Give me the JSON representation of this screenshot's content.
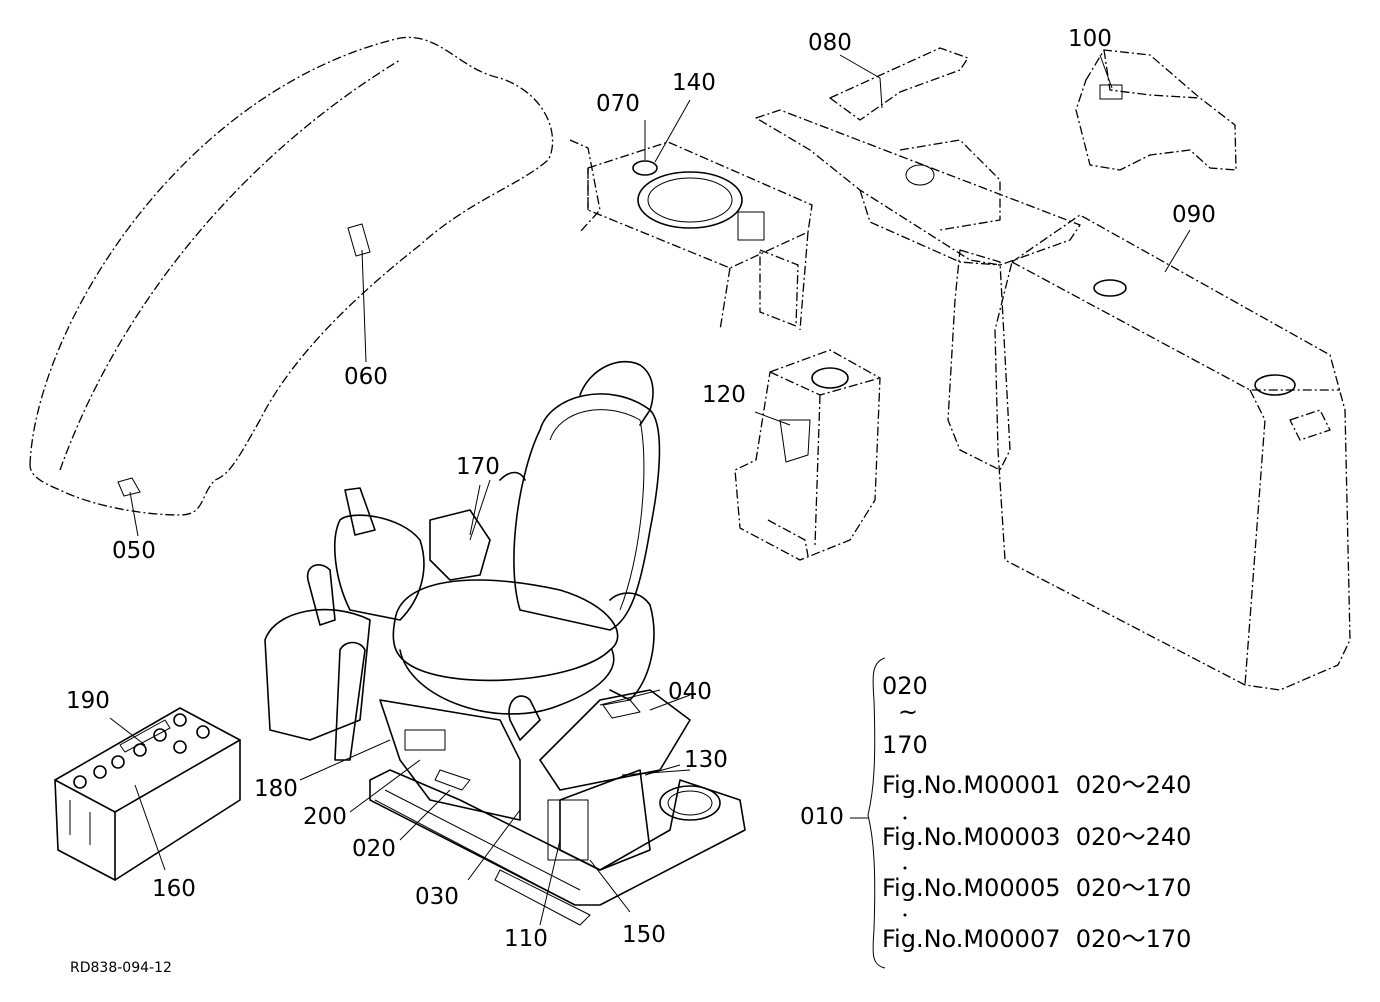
{
  "diagram_id": "RD838-094-12",
  "callouts": {
    "c010": "010",
    "c020a": "020",
    "c020b": "020",
    "c030": "030",
    "c040": "040",
    "c050": "050",
    "c060": "060",
    "c070": "070",
    "c080": "080",
    "c090": "090",
    "c100": "100",
    "c110": "110",
    "c120": "120",
    "c130": "130",
    "c140": "140",
    "c150": "150",
    "c160": "160",
    "c170a": "170",
    "c170b": "170",
    "c180": "180",
    "c190": "190",
    "c200": "200"
  },
  "range_marker": "~",
  "figure_refs": [
    {
      "fig": "Fig.No.M00001",
      "range": "020～240"
    },
    {
      "fig": "Fig.No.M00003",
      "range": "020～240"
    },
    {
      "fig": "Fig.No.M00005",
      "range": "020～170"
    },
    {
      "fig": "Fig.No.M00007",
      "range": "020～170"
    }
  ]
}
